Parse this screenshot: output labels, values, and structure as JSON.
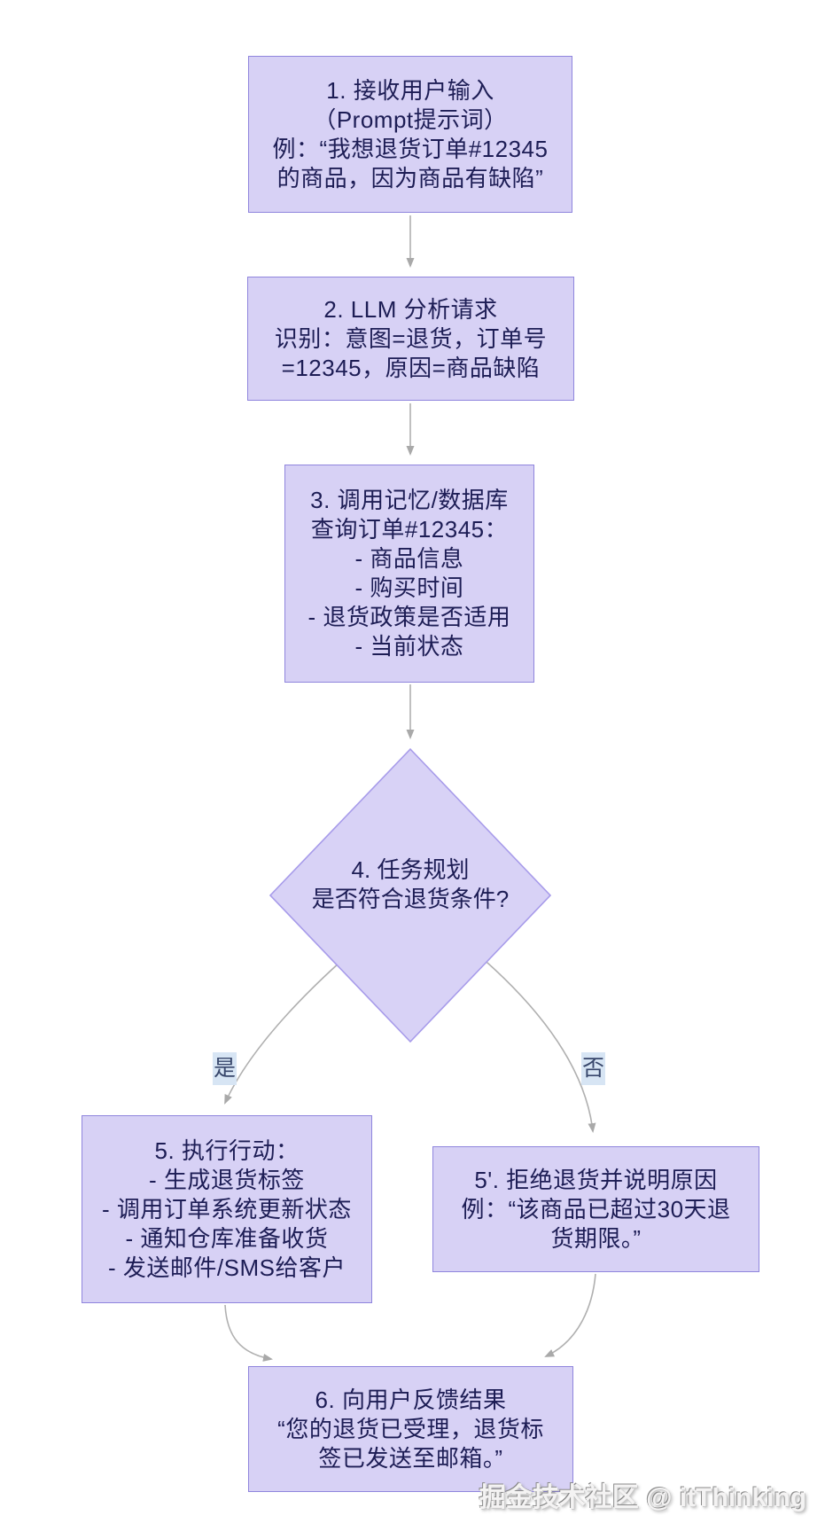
{
  "flow": {
    "node1": {
      "lines": [
        "1. 接收用户输入",
        "（Prompt提示词）",
        "例：“我想退货订单#12345",
        "的商品，因为商品有缺陷”"
      ]
    },
    "node2": {
      "lines": [
        "2. LLM 分析请求",
        "识别：意图=退货，订单号",
        "=12345，原因=商品缺陷"
      ]
    },
    "node3": {
      "lines": [
        "3. 调用记忆/数据库",
        "查询订单#12345：",
        "- 商品信息",
        "- 购买时间",
        "- 退货政策是否适用",
        "- 当前状态"
      ]
    },
    "node4": {
      "lines": [
        "4. 任务规划",
        "是否符合退货条件?"
      ]
    },
    "node5_yes": {
      "lines": [
        "5. 执行行动：",
        "- 生成退货标签",
        "- 调用订单系统更新状态",
        "- 通知仓库准备收货",
        "- 发送邮件/SMS给客户"
      ]
    },
    "node5_no": {
      "lines": [
        "5'. 拒绝退货并说明原因",
        "例：“该商品已超过30天退",
        "货期限。”"
      ]
    },
    "node6": {
      "lines": [
        "6. 向用户反馈结果",
        "“您的退货已受理，退货标",
        "签已发送至邮箱。”"
      ]
    },
    "labels": {
      "yes": "是",
      "no": "否"
    },
    "watermark": "掘金技术社区 @ itThinking",
    "colors": {
      "node_fill": "#d7d1f5",
      "node_border": "#8f85dd",
      "diamond_border": "#a79bea",
      "text": "#1d1d55",
      "branch_label_bg": "#d7e5f4",
      "branch_label_text": "#37466b",
      "arrow": "#b0b0b0",
      "background": "#ffffff"
    }
  }
}
